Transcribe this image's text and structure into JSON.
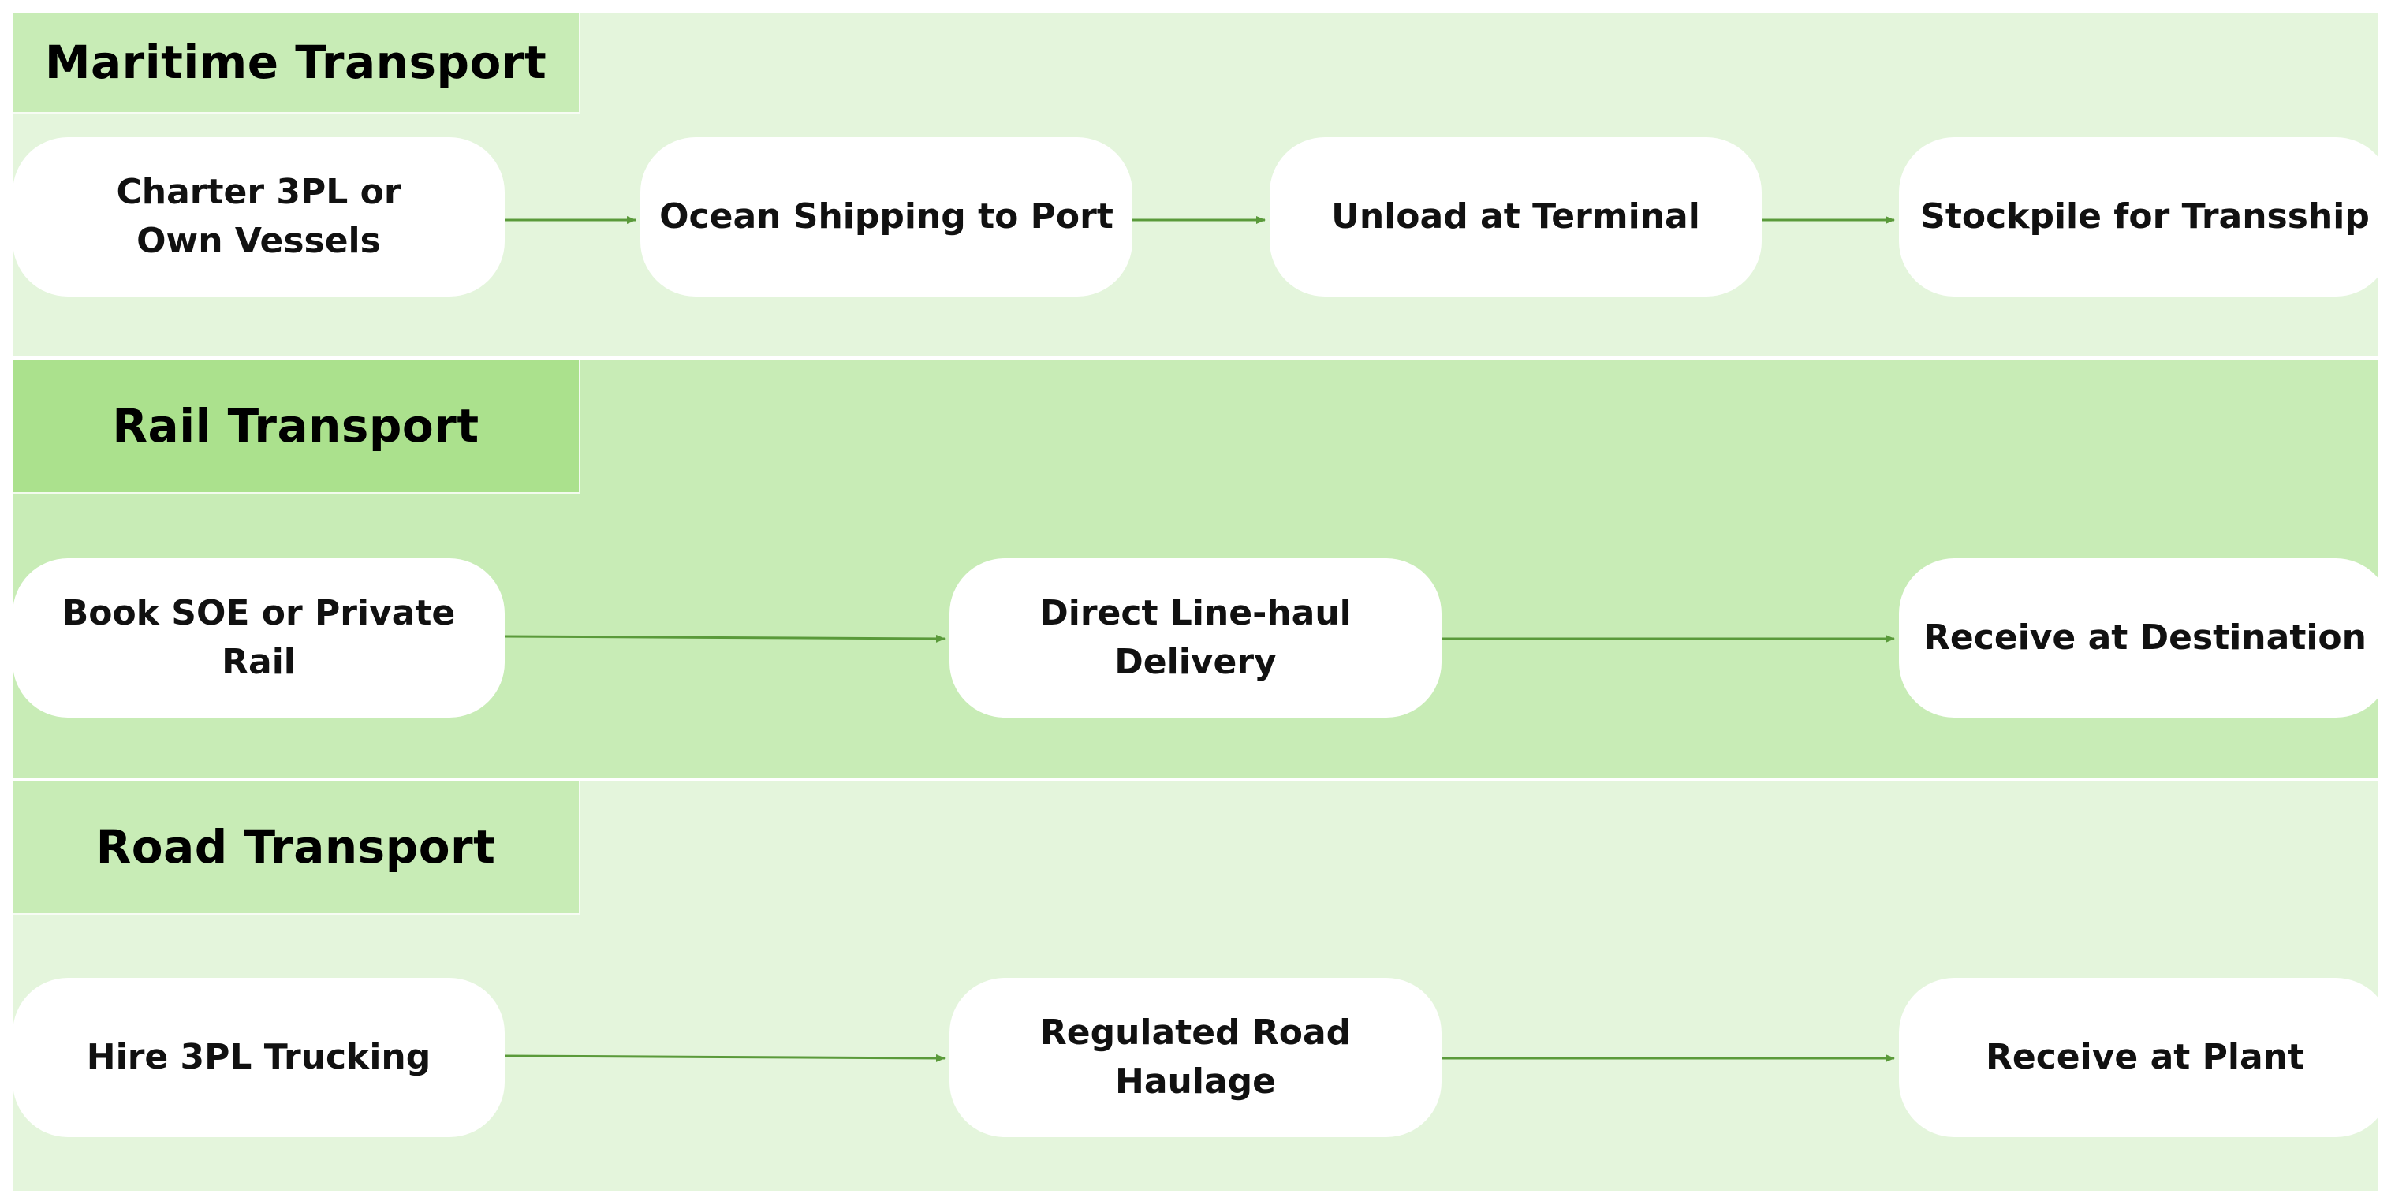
{
  "colors": {
    "lane_light": "#e4f5dc",
    "lane_medium": "#c8ecb6",
    "title_light": "#c8ecb6",
    "title_medium": "#abe18d",
    "arrow": "#5a9a3a",
    "node_fill": "#ffffff"
  },
  "lanes": [
    {
      "title": "Maritime Transport",
      "nodes": [
        "Charter 3PL or Own Vessels",
        "Ocean Shipping to Port",
        "Unload at Terminal",
        "Stockpile for Transship"
      ]
    },
    {
      "title": "Rail Transport",
      "nodes": [
        "Book SOE or Private Rail",
        "Direct Line-haul Delivery",
        "Receive at Destination"
      ]
    },
    {
      "title": "Road Transport",
      "nodes": [
        "Hire 3PL Trucking",
        "Regulated Road Haulage",
        "Receive at Plant"
      ]
    }
  ]
}
